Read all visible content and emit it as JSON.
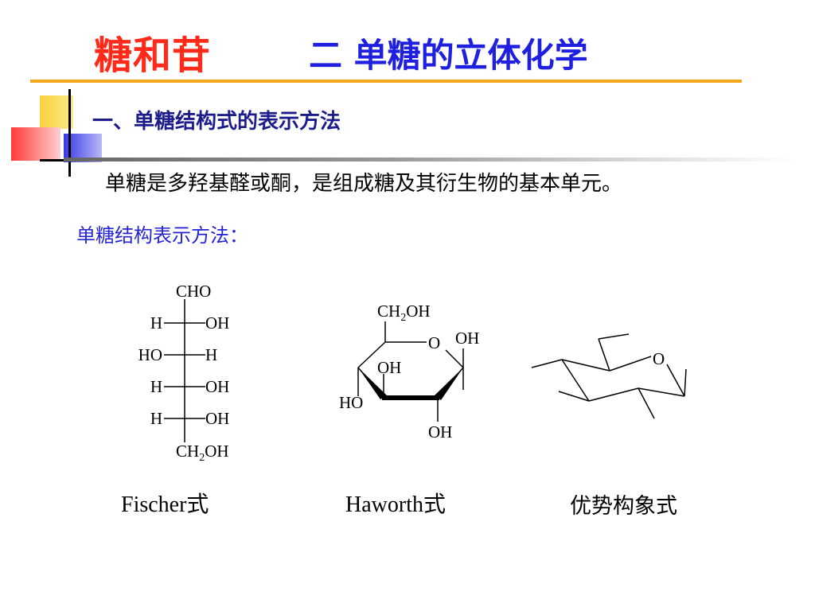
{
  "slide": {
    "title_main": "糖和苷",
    "title_sub": "二  单糖的立体化学",
    "section_heading": "一、单糖结构式的表示方法",
    "body_text": "单糖是多羟基醛或酮，是组成糖及其衍生物的基本单元。",
    "sub_heading": "单糖结构表示方法："
  },
  "fischer": {
    "top": "CHO",
    "rows": [
      {
        "left": "H",
        "right": "OH"
      },
      {
        "left": "HO",
        "right": "H"
      },
      {
        "left": "H",
        "right": "OH"
      },
      {
        "left": "H",
        "right": "OH"
      }
    ],
    "bottom_prefix": "CH",
    "bottom_sub": "2",
    "bottom_suffix": "OH",
    "caption": "Fischer式"
  },
  "haworth": {
    "ch2oh_prefix": "CH",
    "ch2oh_sub": "2",
    "ch2oh_suffix": "OH",
    "ring_o": "O",
    "oh_c1": "OH",
    "oh_c3": "OH",
    "ho_c4": "HO",
    "oh_c2": "OH",
    "caption": "Haworth式"
  },
  "chair": {
    "ring_o": "O",
    "caption": "优势构象式"
  },
  "colors": {
    "title_red": "#ff2a1a",
    "title_blue": "#1f1fe0",
    "accent_orange": "#f3a81c",
    "heading_navy": "#1c1c8c",
    "deco_yellow": "#f7d33c",
    "deco_blue": "#3a3ae8",
    "deco_red": "#ff5050"
  }
}
